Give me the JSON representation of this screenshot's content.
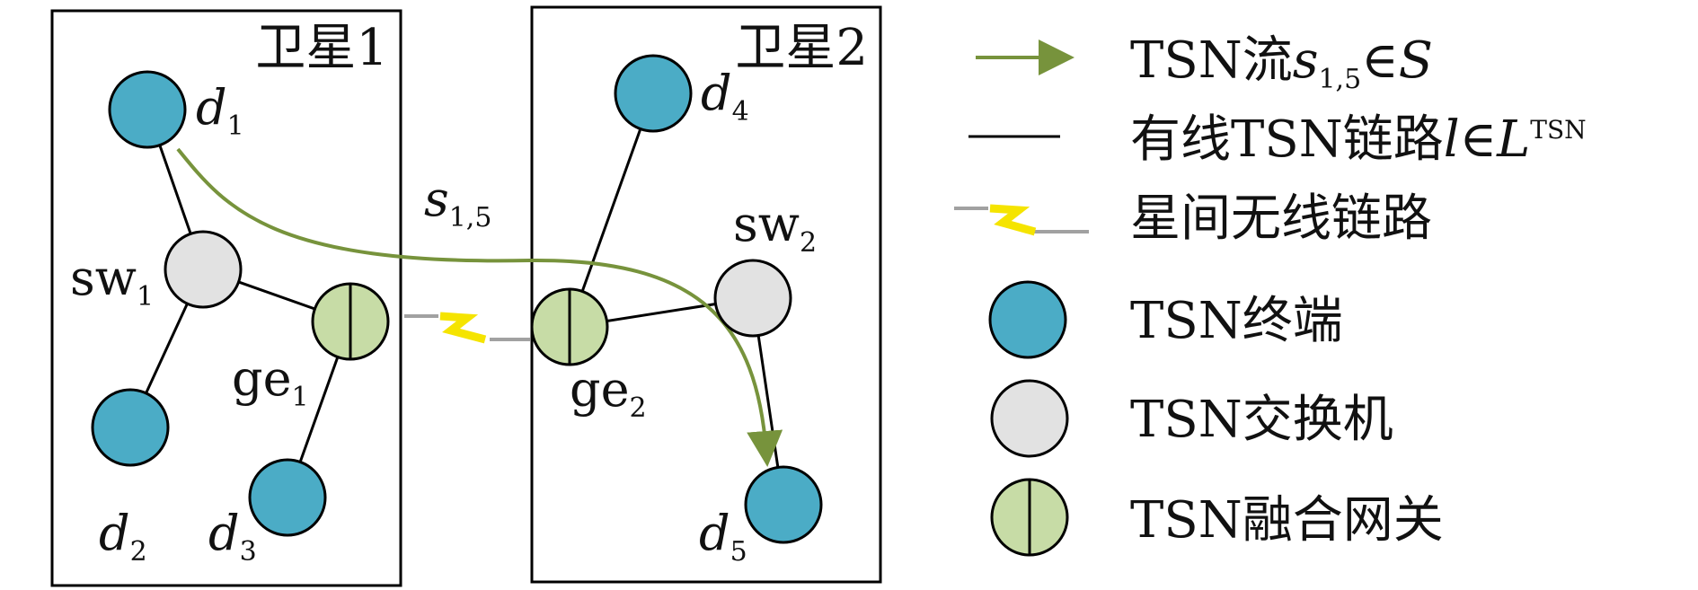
{
  "colors": {
    "terminal_fill": "#4BACC6",
    "switch_fill": "#E2E2E2",
    "gateway_fill": "#C7DCA6",
    "flow_arrow": "#77933C",
    "wireless_zigzag": "#F5E400",
    "stroke": "#000000"
  },
  "boxes": [
    {
      "title": "卫星1"
    },
    {
      "title": "卫星2"
    }
  ],
  "nodes": {
    "d1": {
      "base": "d",
      "sub": "1"
    },
    "d2": {
      "base": "d",
      "sub": "2"
    },
    "d3": {
      "base": "d",
      "sub": "3"
    },
    "d4": {
      "base": "d",
      "sub": "4"
    },
    "d5": {
      "base": "d",
      "sub": "5"
    },
    "sw1": {
      "base": "sw",
      "sub": "1"
    },
    "sw2": {
      "base": "sw",
      "sub": "2"
    },
    "ge1": {
      "base": "ge",
      "sub": "1"
    },
    "ge2": {
      "base": "ge",
      "sub": "2"
    }
  },
  "flow_label": {
    "base": "s",
    "sub": "1,5"
  },
  "legend": {
    "flow": {
      "prefix": "TSN流",
      "math_base": "s",
      "math_sub": "1,5",
      "member": "∈",
      "set": "S"
    },
    "wired": {
      "prefix": "有线TSN链路",
      "var": "l",
      "member": "∈",
      "set": "L",
      "sup": "TSN"
    },
    "wireless": {
      "label": "星间无线链路"
    },
    "terminal": {
      "label": "TSN终端"
    },
    "switch": {
      "label": "TSN交换机"
    },
    "gateway": {
      "label": "TSN融合网关"
    }
  }
}
